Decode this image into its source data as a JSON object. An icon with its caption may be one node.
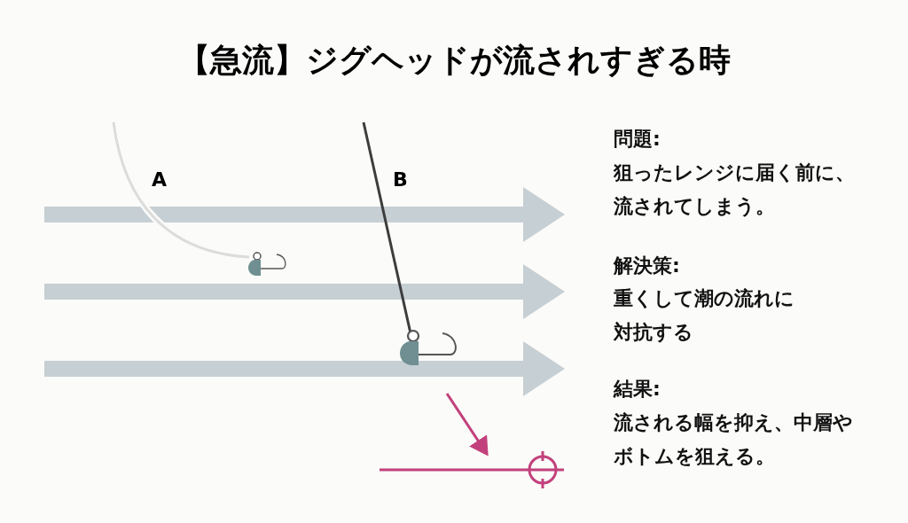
{
  "diagram": {
    "title": "【急流】ジグヘッドが流されすぎる時",
    "labels": [
      "A",
      "B",
      "問題:",
      "狙ったレンジに届く前に、流されてしまう。",
      "解決策:",
      "重くして潮の流れに対抗する",
      "結果:",
      "流される幅を抑え、中層やボトムを狙える。"
    ]
  }
}
